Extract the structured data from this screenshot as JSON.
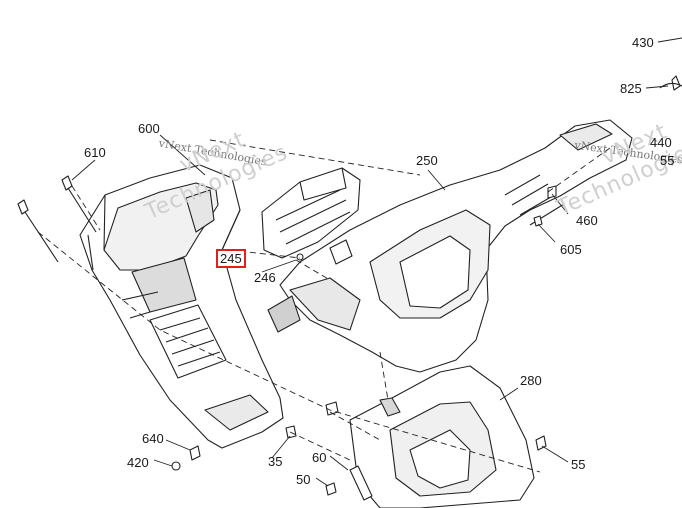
{
  "diagram": {
    "selected_part": "245",
    "parts": [
      {
        "id": "p430",
        "label": "430"
      },
      {
        "id": "p825",
        "label": "825"
      },
      {
        "id": "p440",
        "label": "440"
      },
      {
        "id": "p55a",
        "label": "55"
      },
      {
        "id": "p600",
        "label": "600"
      },
      {
        "id": "p610",
        "label": "610"
      },
      {
        "id": "p250",
        "label": "250"
      },
      {
        "id": "p460",
        "label": "460"
      },
      {
        "id": "p605",
        "label": "605"
      },
      {
        "id": "p245",
        "label": "245"
      },
      {
        "id": "p246",
        "label": "246"
      },
      {
        "id": "p280",
        "label": "280"
      },
      {
        "id": "p640",
        "label": "640"
      },
      {
        "id": "p420",
        "label": "420"
      },
      {
        "id": "p35",
        "label": "35"
      },
      {
        "id": "p60",
        "label": "60"
      },
      {
        "id": "p50",
        "label": "50"
      },
      {
        "id": "p55b",
        "label": "55"
      }
    ]
  },
  "watermarks": {
    "line1": "vNext Technologies",
    "line2": "vNext",
    "line3": "Technologies"
  }
}
